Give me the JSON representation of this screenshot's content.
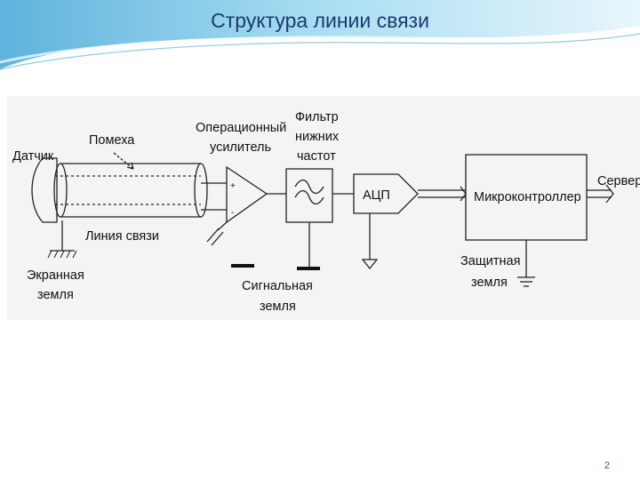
{
  "slide": {
    "title": "Структура линии связи",
    "page_number": "2"
  },
  "diagram": {
    "labels": {
      "sensor": "Датчик",
      "interference": "Помеха",
      "line": "Линия связи",
      "shield_ground_1": "Экранная",
      "shield_ground_2": "земля",
      "opamp_1": "Операционный",
      "opamp_2": "усилитель",
      "opamp_plus": "+",
      "opamp_minus": "-",
      "filter_1": "Фильтр",
      "filter_2": "нижних",
      "filter_3": "частот",
      "adc": "АЦП",
      "mcu": "Микроконтроллер",
      "server": "Сервер",
      "protect_ground_1": "Защитная",
      "protect_ground_2": "земля",
      "signal_ground_1": "Сигнальная",
      "signal_ground_2": "земля"
    }
  },
  "colors": {
    "banner": "#7ec8e8",
    "title": "#1c3a6e",
    "diagram_bg": "#f4f4f4",
    "page_number": "#2a5aa8"
  }
}
